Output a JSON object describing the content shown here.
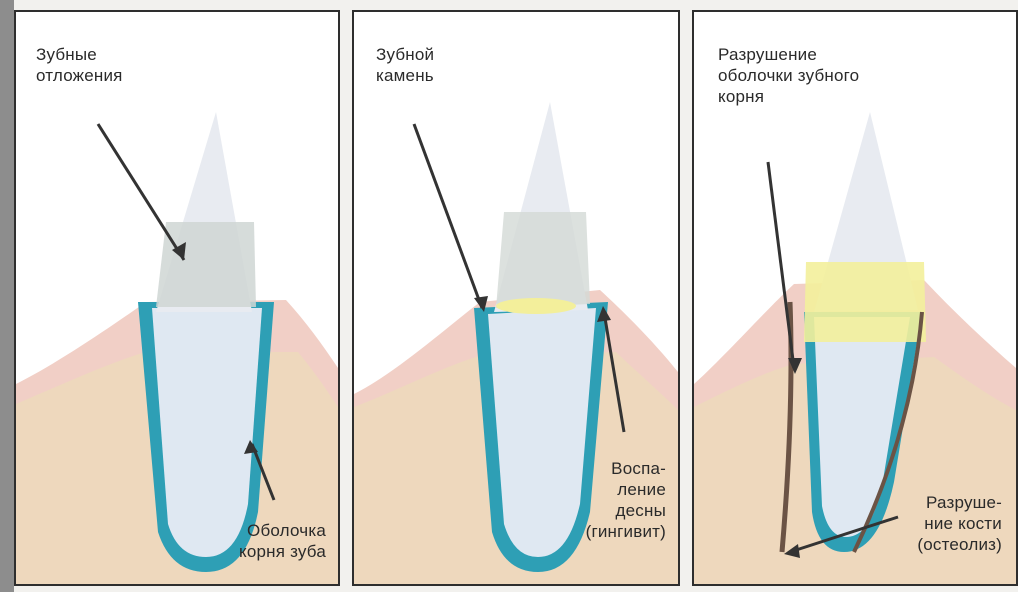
{
  "panels": [
    {
      "top_label": [
        "Зубные",
        "отложения"
      ],
      "bottom_label": [
        "Оболочка",
        "корня зуба"
      ]
    },
    {
      "top_label": [
        "Зубной",
        "камень"
      ],
      "bottom_label": [
        "Воспа-",
        "ление",
        "десны",
        "(гингивит)"
      ]
    },
    {
      "top_label": [
        "Разрушение",
        "оболочки зубного",
        "корня"
      ],
      "bottom_label": [
        "Разруше-",
        "ние кости",
        "(остеолиз)"
      ]
    }
  ],
  "colors": {
    "gum": "#f1cfc6",
    "bone": "#eed8bd",
    "root_sheath": "#2e9fb5",
    "tooth": "#e7ebf3",
    "calculus": "#f3ef9b"
  }
}
